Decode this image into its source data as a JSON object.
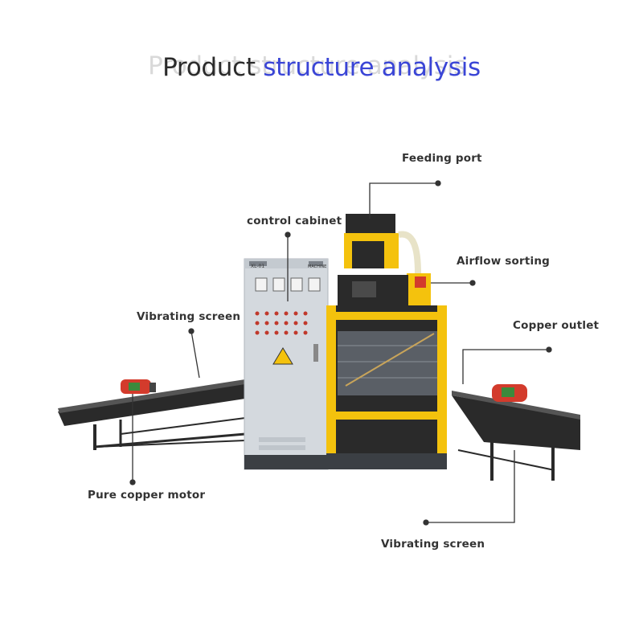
{
  "title": {
    "part1": "Product",
    "part2": "structure analysis"
  },
  "labels": {
    "feeding_port": "Feeding port",
    "control_cabinet": "control cabinet",
    "airflow_sorting": "Airflow sorting",
    "vibrating_screen_left": "Vibrating screen",
    "copper_outlet": "Copper outlet",
    "pure_copper_motor": "Pure copper motor",
    "vibrating_screen_bottom": "Vibrating screen"
  },
  "cabinet_plate": {
    "model": "XL-01",
    "brand": "MACHINE"
  },
  "colors": {
    "accent_yellow": "#f4c20d",
    "frame_dark": "#2a2a2a",
    "cabinet_gray": "#d4d9de",
    "motor_red": "#d33b2c",
    "title_blue": "#3a45d6",
    "label_text": "#333333"
  }
}
